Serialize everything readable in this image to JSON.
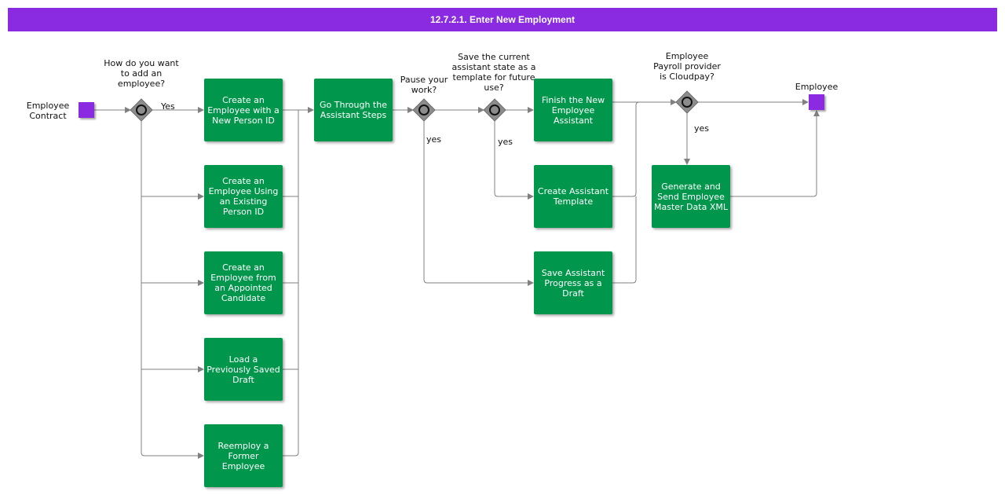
{
  "title": "12.7.2.1. Enter New Employment",
  "colors": {
    "accent": "#8a2be2",
    "task": "#00964b",
    "gateway": "#8c8c8c",
    "line": "#808080"
  },
  "events": {
    "start": "Employee Contract",
    "end": "Employee"
  },
  "gateways": {
    "how_add": "How do you want to add an employee?",
    "pause": "Pause your work?",
    "save_template": "Save the current assistant state as a template for future use?",
    "payroll": "Employee Payroll provider is Cloudpay?"
  },
  "tasks": {
    "new_person": "Create an Employee with a New Person ID",
    "existing_person": "Create an Employee Using an Existing Person ID",
    "candidate": "Create an Employee from an Appointed Candidate",
    "load_draft": "Load a Previously Saved Draft",
    "reemploy": "Reemploy a Former Employee",
    "assistant_steps": "Go Through the Assistant Steps",
    "finish": "Finish the New Employee Assistant",
    "template": "Create Assistant Template",
    "save_draft": "Save Assistant Progress as a Draft",
    "xml": "Generate and Send Employee Master Data XML"
  },
  "flow_labels": {
    "yes_how": "Yes",
    "yes_pause": "yes",
    "yes_template": "yes",
    "yes_payroll": "yes"
  }
}
